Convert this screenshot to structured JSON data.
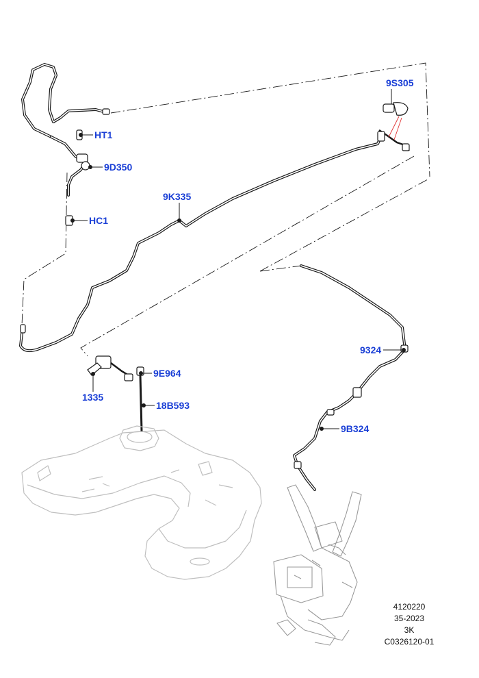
{
  "callouts": {
    "c9S305": "9S305",
    "cHT1": "HT1",
    "c9D350": "9D350",
    "c9K335": "9K335",
    "cHC1": "HC1",
    "c1335": "1335",
    "c9E964": "9E964",
    "c18B593": "18B593",
    "c9324": "9324",
    "c9B324": "9B324"
  },
  "info_block": {
    "line1": "4120220",
    "line2": "35-2023",
    "line3": "3K",
    "line4": "C0326120-01"
  },
  "colors": {
    "callout_text": "#1a3fd6",
    "line": "#1a1a1a",
    "ghost_outline": "#bfbfbf",
    "leader_red": "#e03030"
  }
}
